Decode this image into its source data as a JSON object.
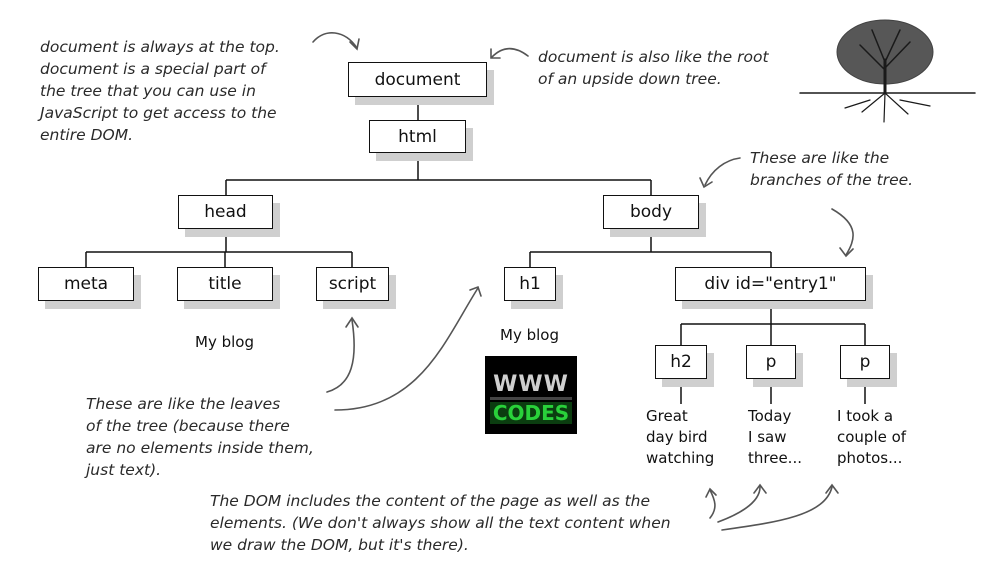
{
  "nodes": {
    "document": "document",
    "html": "html",
    "head": "head",
    "body": "body",
    "meta": "meta",
    "title": "title",
    "script": "script",
    "h1": "h1",
    "div": "div id=\"entry1\"",
    "h2": "h2",
    "p1": "p",
    "p2": "p"
  },
  "texts": {
    "title_text": "My blog",
    "h1_text": "My blog",
    "h2_text": [
      "Great",
      "day bird",
      "watching"
    ],
    "p1_text": [
      "Today",
      "I saw",
      "three..."
    ],
    "p2_text": [
      "I took a",
      "couple of",
      "photos..."
    ]
  },
  "notes": {
    "top_left": [
      "document is always at the top.",
      "document is a special part of",
      "the tree that you can use in",
      "JavaScript to get access to the",
      "entire DOM."
    ],
    "top_right": [
      "document is also like the root",
      "of an upside down tree."
    ],
    "branches": [
      "These are like the",
      "branches of the tree."
    ],
    "leaves": [
      "These are like the leaves",
      "of the tree (because there",
      "are no elements inside them,",
      "just text)."
    ],
    "bottom": [
      "The DOM includes the content of the page as well as the",
      "elements. (We don't always show all the text content when",
      "we draw the DOM, but it's there)."
    ]
  },
  "logo": {
    "line1": "WWW",
    "line2": "CODES"
  },
  "colors": {
    "node_border": "#111111",
    "node_shadow": "#cfcfcf",
    "note_text": "#2a2a2a",
    "logo_green": "#29d13a"
  }
}
